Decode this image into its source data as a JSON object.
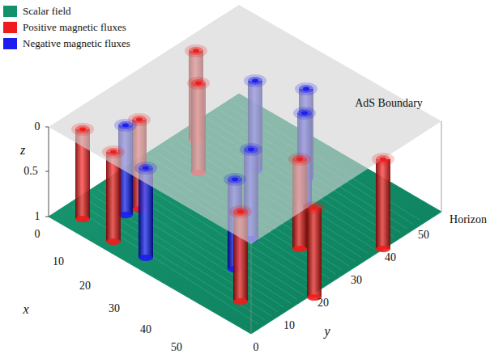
{
  "diagram": {
    "labels": [
      "AdS Boundary",
      "Horizon",
      "z",
      "0",
      "0.5",
      "1",
      "x",
      "0",
      "10",
      "20",
      "30",
      "40",
      "50",
      "y",
      "0",
      "10",
      "20",
      "30",
      "40",
      "50"
    ],
    "legend": [
      {
        "text": "Scalar field",
        "color": "#12926c"
      },
      {
        "text": "Positive magnetic fluxes",
        "color": "#ee1c1c"
      },
      {
        "text": "Negative magnetic fluxes",
        "color": "#1c1cee"
      }
    ]
  }
}
